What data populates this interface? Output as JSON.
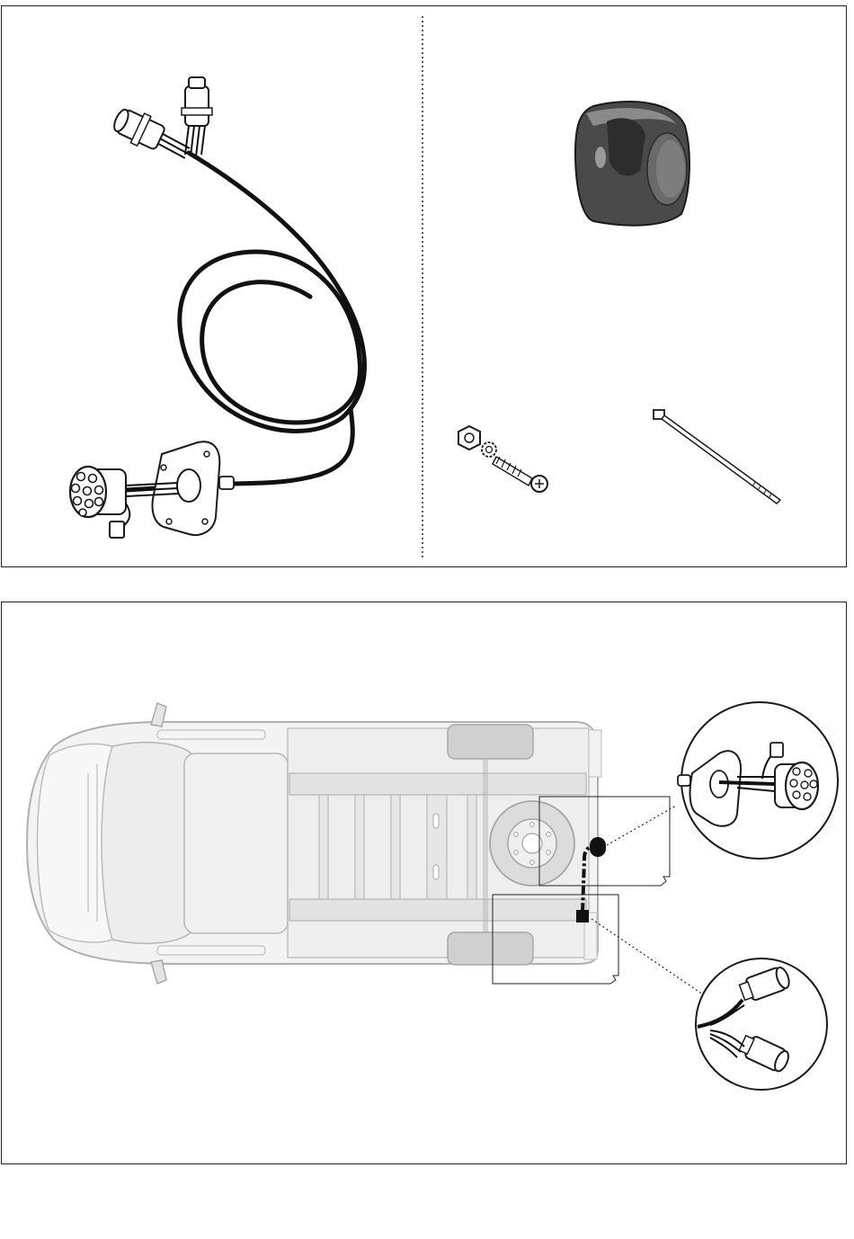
{
  "figure": {
    "type": "installation-diagram",
    "panels": [
      {
        "id": "parts",
        "items": [
          "wiring-harness",
          "trailer-socket-cover",
          "bolt-nut-washer",
          "cable-tie"
        ]
      },
      {
        "id": "installation",
        "items": [
          "van-top-view",
          "socket-detail-callout",
          "connector-detail-callout"
        ]
      }
    ]
  },
  "colors": {
    "line": "#1a1a1a",
    "cable": "#111111",
    "van_outline": "#b5b5b5",
    "van_fill": "#f2f2f2",
    "wheel_fill": "#d6d6d6",
    "socket_fill": "#e8e8e8"
  },
  "icons": {
    "harness": "wiring-harness-icon",
    "socket": "trailer-socket-icon",
    "cover": "socket-cover-icon",
    "bolt": "bolt-icon",
    "nut": "nut-icon",
    "washer": "washer-icon",
    "tie": "cable-tie-icon",
    "van": "van-icon"
  }
}
